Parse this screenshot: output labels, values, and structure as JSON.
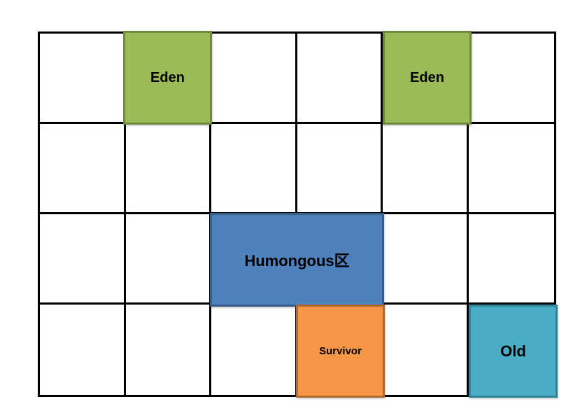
{
  "diagram": {
    "type": "g1-heap-region-grid",
    "grid": {
      "rows": 4,
      "columns": 6,
      "line_color": "#000000",
      "empty_cell_color": "#ffffff"
    },
    "regions": [
      {
        "label": "Eden",
        "row": 1,
        "col": 2,
        "colspan": 1,
        "fill": "#9bbb59",
        "border": "#71893f"
      },
      {
        "label": "Eden",
        "row": 1,
        "col": 5,
        "colspan": 1,
        "fill": "#9bbb59",
        "border": "#71893f"
      },
      {
        "label": "Humongous区",
        "row": 3,
        "col": 3,
        "colspan": 2,
        "fill": "#4f81bd",
        "border": "#385d8a"
      },
      {
        "label": "Survivor",
        "row": 4,
        "col": 4,
        "colspan": 1,
        "fill": "#f79646",
        "border": "#b06a30"
      },
      {
        "label": "Old",
        "row": 4,
        "col": 6,
        "colspan": 1,
        "fill": "#4bacc6",
        "border": "#31859b"
      }
    ]
  }
}
